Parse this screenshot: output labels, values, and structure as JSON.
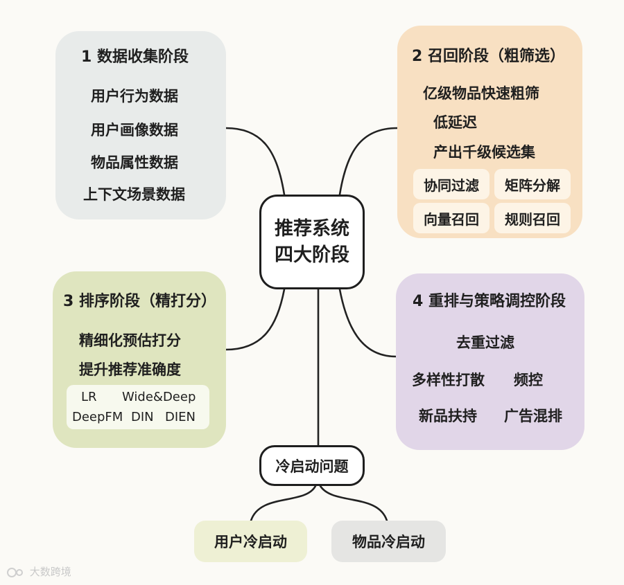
{
  "center": {
    "line1": "推荐系统",
    "line2": "四大阶段"
  },
  "stage1": {
    "title": "1 数据收集阶段",
    "items": [
      "用户行为数据",
      "用户画像数据",
      "物品属性数据",
      "上下文场景数据"
    ]
  },
  "stage2": {
    "title": "2 召回阶段（粗筛选）",
    "items": [
      "亿级物品快速粗筛",
      "低延迟",
      "产出千级候选集"
    ],
    "methods": [
      "协同过滤",
      "矩阵分解",
      "向量召回",
      "规则召回"
    ]
  },
  "stage3": {
    "title": "3 排序阶段（精打分）",
    "items": [
      "精细化预估打分",
      "提升推荐准确度"
    ],
    "models": [
      "LR",
      "Wide&Deep",
      "DeepFM",
      "DIN",
      "DIEN"
    ]
  },
  "stage4": {
    "title": "4 重排与策略调控阶段",
    "items": [
      "去重过滤",
      "多样性打散",
      "频控",
      "新品扶持",
      "广告混排"
    ]
  },
  "cold_start": {
    "title": "冷启动问题",
    "children": [
      "用户冷启动",
      "物品冷启动"
    ]
  },
  "watermark": "大数跨境",
  "colors": {
    "stage1_bg": "#e8ebea",
    "stage2_bg": "#f8e0c2",
    "stage3_bg": "#dfe5bf",
    "stage4_bg": "#e1d6e8",
    "user_cold_bg": "#eef0d4",
    "item_cold_bg": "#e5e5e3"
  }
}
